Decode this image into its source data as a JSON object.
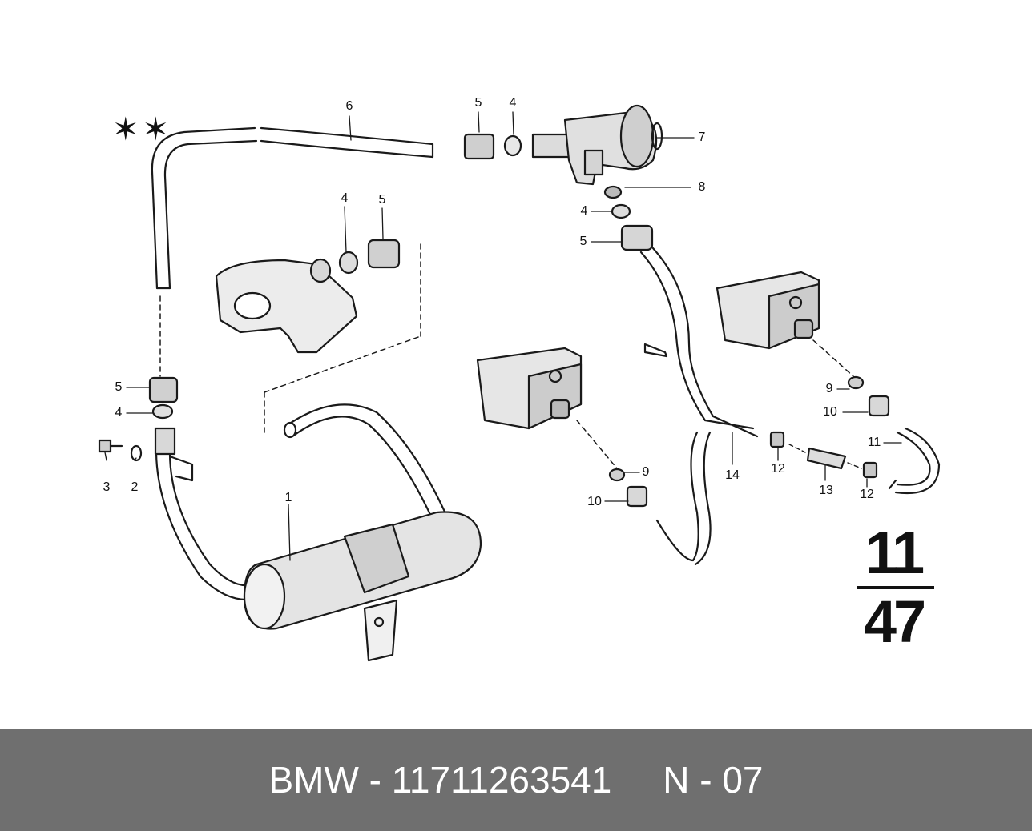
{
  "diagram": {
    "symbol_marks": "✶✶",
    "group_code_top": "11",
    "group_code_bottom": "47",
    "callouts": [
      {
        "id": "c6",
        "text": "6"
      },
      {
        "id": "c5a",
        "text": "5"
      },
      {
        "id": "c4a",
        "text": "4"
      },
      {
        "id": "c7",
        "text": "7"
      },
      {
        "id": "c8",
        "text": "8"
      },
      {
        "id": "c4b",
        "text": "4"
      },
      {
        "id": "c5b",
        "text": "5"
      },
      {
        "id": "c4c",
        "text": "4"
      },
      {
        "id": "c5c",
        "text": "5"
      },
      {
        "id": "c5d",
        "text": "5"
      },
      {
        "id": "c4d",
        "text": "4"
      },
      {
        "id": "c3",
        "text": "3"
      },
      {
        "id": "c2",
        "text": "2"
      },
      {
        "id": "c1",
        "text": "1"
      },
      {
        "id": "c9a",
        "text": "9"
      },
      {
        "id": "c10a",
        "text": "10"
      },
      {
        "id": "c9b",
        "text": "9"
      },
      {
        "id": "c10b",
        "text": "10"
      },
      {
        "id": "c11",
        "text": "11"
      },
      {
        "id": "c14",
        "text": "14"
      },
      {
        "id": "c12a",
        "text": "12"
      },
      {
        "id": "c13",
        "text": "13"
      },
      {
        "id": "c12b",
        "text": "12"
      }
    ]
  },
  "footer": {
    "label": "BMW - 11711263541     N - 07"
  },
  "colors": {
    "line": "#1a1a1a",
    "part_fill": "#d9d9d9",
    "footer_bg": "#6f6f6f",
    "footer_text": "#ffffff"
  }
}
